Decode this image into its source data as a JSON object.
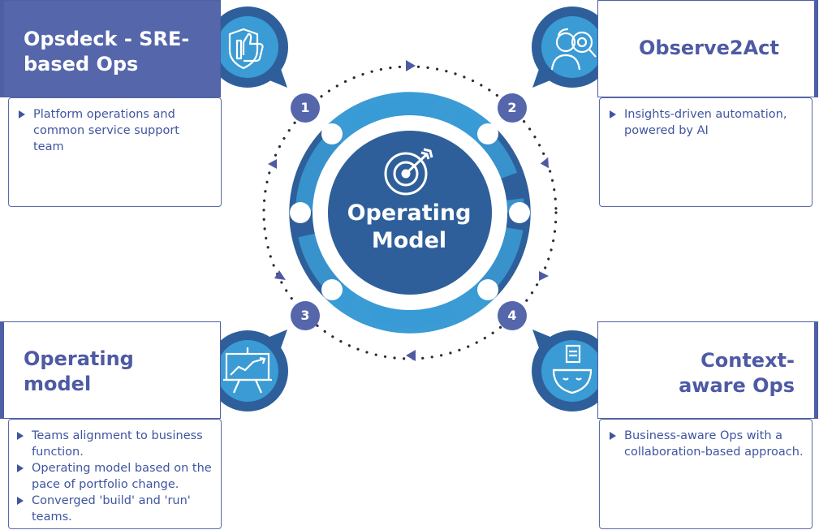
{
  "center": {
    "label": "Operating\nModel"
  },
  "steps": [
    {
      "number": "1",
      "title": "Opsdeck - SRE-\nbased Ops",
      "icon": "thumbs-up-shield-icon",
      "bullets": [
        "Platform operations and common service support team"
      ]
    },
    {
      "number": "2",
      "title": "Observe2Act",
      "icon": "person-magnifier-icon",
      "bullets": [
        "Insights-driven automation, powered by AI"
      ]
    },
    {
      "number": "3",
      "title": "Operating\nmodel",
      "icon": "presentation-chart-icon",
      "bullets": [
        "Teams alignment to business function.",
        "Operating model based on the pace of portfolio change.",
        "Converged 'build' and 'run' teams."
      ]
    },
    {
      "number": "4",
      "title": "Context-\naware Ops",
      "icon": "head-document-icon",
      "bullets": [
        "Business-aware Ops with a collaboration-based approach."
      ]
    }
  ],
  "colors": {
    "dark": "#2e5f9a",
    "light": "#3a9bd5",
    "accent": "#4e5aa3",
    "filled": "#5566ab"
  }
}
